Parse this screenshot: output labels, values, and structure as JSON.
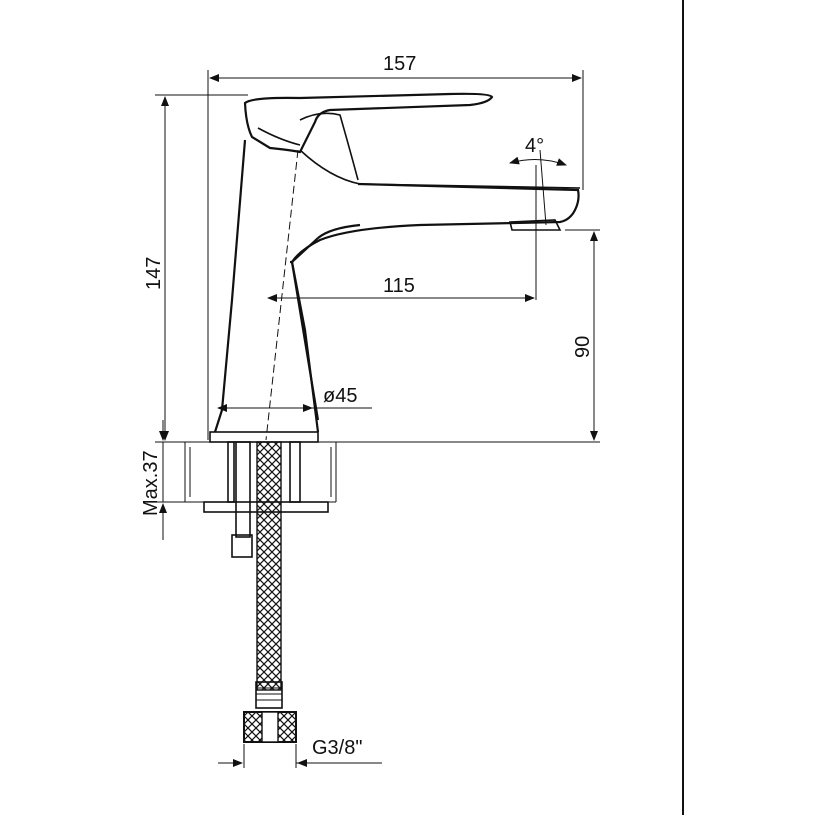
{
  "dimensions": {
    "width": "157",
    "height": "147",
    "reach": "115",
    "spout_height": "90",
    "base_diameter": "ø45",
    "max_thickness": "Max.37",
    "angle": "4°",
    "connection": "G3/8\""
  }
}
